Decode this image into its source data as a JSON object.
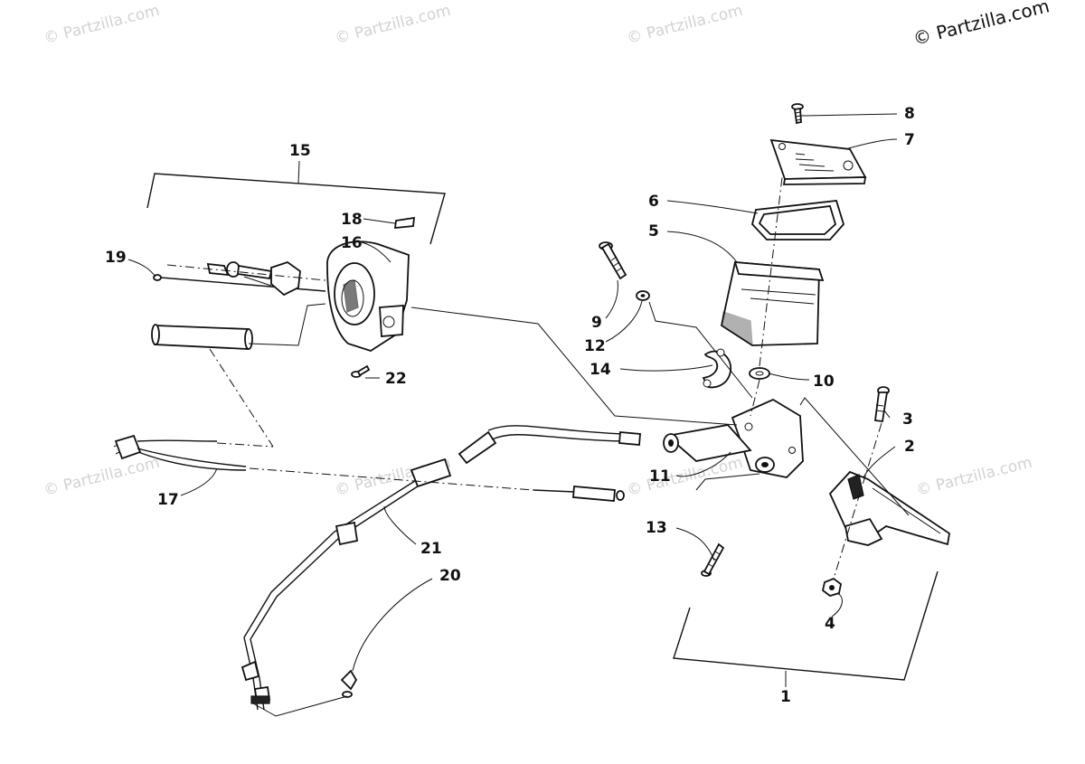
{
  "colors": {
    "ink": "#111111",
    "watermark": "#d2d2d2",
    "background": "#ffffff"
  },
  "watermarks": {
    "main": "© Partzilla.com",
    "faint": "© Partzilla.com"
  },
  "callouts": [
    {
      "id": "1",
      "label": "1"
    },
    {
      "id": "2",
      "label": "2"
    },
    {
      "id": "3",
      "label": "3"
    },
    {
      "id": "4",
      "label": "4"
    },
    {
      "id": "5",
      "label": "5"
    },
    {
      "id": "6",
      "label": "6"
    },
    {
      "id": "7",
      "label": "7"
    },
    {
      "id": "8",
      "label": "8"
    },
    {
      "id": "9",
      "label": "9"
    },
    {
      "id": "10",
      "label": "10"
    },
    {
      "id": "11",
      "label": "11"
    },
    {
      "id": "12",
      "label": "12"
    },
    {
      "id": "13",
      "label": "13"
    },
    {
      "id": "14",
      "label": "14"
    },
    {
      "id": "15",
      "label": "15"
    },
    {
      "id": "16",
      "label": "16"
    },
    {
      "id": "17",
      "label": "17"
    },
    {
      "id": "18",
      "label": "18"
    },
    {
      "id": "19",
      "label": "19"
    },
    {
      "id": "20",
      "label": "20"
    },
    {
      "id": "21",
      "label": "21"
    },
    {
      "id": "22",
      "label": "22"
    }
  ]
}
